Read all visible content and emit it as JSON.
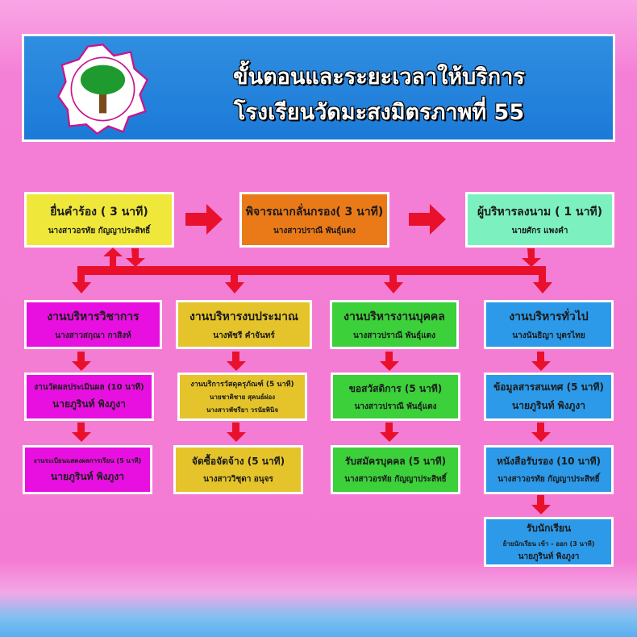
{
  "header": {
    "title_line1": "ขั้นตอนและระยะเวลาให้บริการ",
    "title_line2": "โรงเรียนวัดมะสงมิตรภาพที่ 55",
    "logo_icon": "tree-logo-icon"
  },
  "top_row": [
    {
      "title": "ยื่นคำร้อง ( 3 นาที)",
      "person": "นางสาวอรทัย  กัญญาประสิทธิ์"
    },
    {
      "title": "พิจารณากลั่นกรอง( 3 นาที)",
      "person": "นางสาวปราณี   พันธุ์แตง"
    },
    {
      "title": "ผู้บริหารลงนาม ( 1 นาที)",
      "person": "นายศักร   แพงคำ"
    }
  ],
  "columns": [
    {
      "head": {
        "title": "งานบริหารวิชาการ",
        "person": "นางสาวสกุณา  กาสิงห์"
      },
      "steps": [
        {
          "title": "งานวัดผลประเมินผล (10 นาที)",
          "person": "นายภูรินท์   พิงภูงา"
        },
        {
          "title": "งานระเบียนแสดงผลการเรียน (5 นาที)",
          "person": "นายภูรินท์   พิงภูงา"
        }
      ]
    },
    {
      "head": {
        "title": "งานบริหารงบประมาณ",
        "person": "นางพัชรี   คำจันทร์"
      },
      "steps": [
        {
          "title": "งานบริการวัสดุครุภัณฑ์ (5 นาที)",
          "person": "นายชาติชาย  สุคนธ์ผ่อง",
          "person2": "นางสาวพัชรียา   วรนัยพินิจ"
        },
        {
          "title": "จัดซื้อจัดจ้าง (5 นาที)",
          "person": "นางสาววิชุดา  อนุจร"
        }
      ]
    },
    {
      "head": {
        "title": "งานบริหารงานบุคคล",
        "person": "นางสาวปราณี  พันธุ์แตง"
      },
      "steps": [
        {
          "title": "ขอสวัสดิการ (5 นาที)",
          "person": "นางสาวปราณี  พันธุ์แตง"
        },
        {
          "title": "รับสมัครบุคคล (5 นาที)",
          "person": "นางสาวอรทัย  กัญญาประสิทธิ์"
        }
      ]
    },
    {
      "head": {
        "title": "งานบริหารทั่วไป",
        "person": "นางนันธิญา   บุตรไทย"
      },
      "steps": [
        {
          "title": "ข้อมูลสารสนเทศ (5 นาที)",
          "person": "นายภูรินท์   พิงภูงา"
        },
        {
          "title": "หนังสือรับรอง (10 นาที)",
          "person": "นางสาวอรทัย  กัญญาประสิทธิ์"
        },
        {
          "title": "รับนักเรียน",
          "sub": "ย้ายนักเรียน เข้า - ออก (3 นาที)",
          "person": "นายภูรินท์   พิงภูงา"
        }
      ]
    }
  ],
  "colors": {
    "arrow": "#e8102a",
    "background": "#f47bd3",
    "header": "#1c7ad8"
  }
}
